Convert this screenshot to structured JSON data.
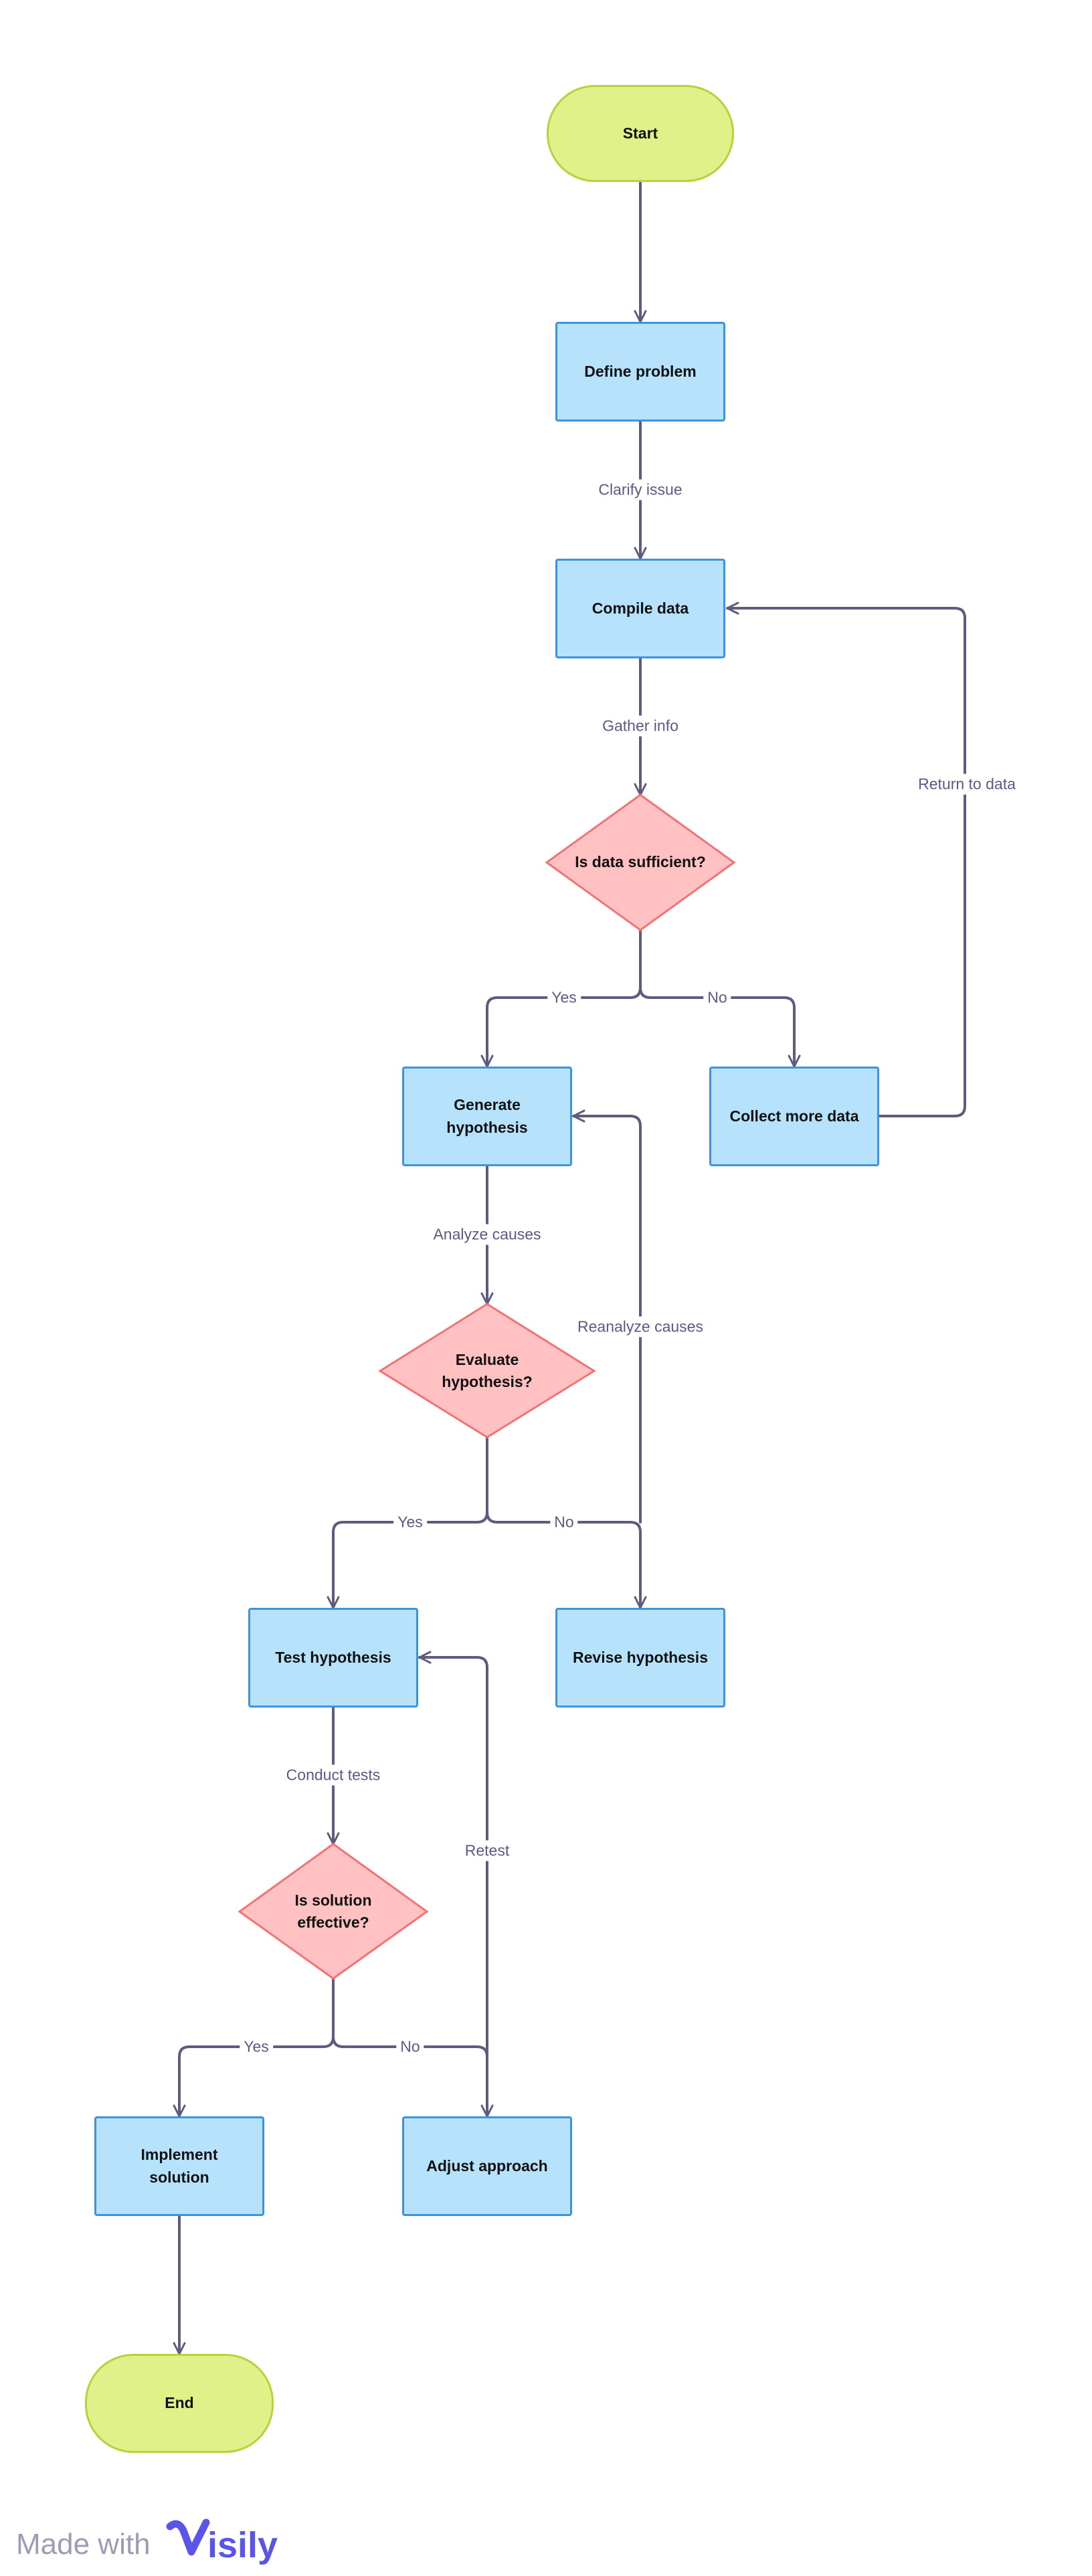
{
  "colors": {
    "terminal_fill": "#e1f18a",
    "terminal_border": "#b5d33a",
    "process_fill": "#b6e3fb",
    "process_border": "#3e93dd",
    "decision_fill": "#ffc1c1",
    "decision_border": "#f27373",
    "connector": "#5e5b7e",
    "label_text": "#5a5a85",
    "brand": "#5b54e8"
  },
  "nodes": {
    "start": "Start",
    "define_problem": "Define problem",
    "compile_data": "Compile data",
    "data_sufficient": "Is data sufficient?",
    "generate_hypothesis": "Generate hypothesis",
    "collect_more_data": "Collect more data",
    "evaluate_hypothesis": "Evaluate hypothesis?",
    "test_hypothesis": "Test hypothesis",
    "revise_hypothesis": "Revise hypothesis",
    "solution_effective": "Is solution effective?",
    "implement_solution": "Implement solution",
    "adjust_approach": "Adjust approach",
    "end": "End"
  },
  "edge_labels": {
    "clarify_issue": "Clarify issue",
    "gather_info": "Gather info",
    "return_to_data": "Return to data",
    "yes_1": "Yes",
    "no_1": "No",
    "analyze_causes": "Analyze causes",
    "reanalyze_causes": "Reanalyze causes",
    "yes_2": "Yes",
    "no_2": "No",
    "conduct_tests": "Conduct tests",
    "retest": "Retest",
    "yes_3": "Yes",
    "no_3": "No"
  },
  "footer": {
    "made_with": "Made with",
    "brand": "Visily"
  }
}
